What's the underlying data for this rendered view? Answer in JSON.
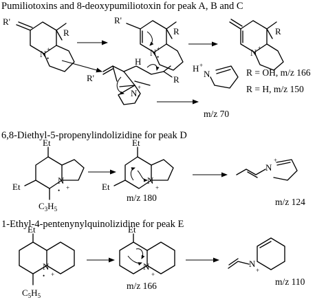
{
  "section_a": {
    "heading": "Pumiliotoxins and 8-deoxypumiliotoxin for peak A, B and C",
    "r_oh": "R = OH, m/z 166",
    "r_h": "R = H, m/z 150",
    "frag_mz": "m/z 70"
  },
  "section_d": {
    "heading": "6,8-Diethyl-5-propenylindolizidine for peak D",
    "mz_mid": "m/z 180",
    "mz_end": "m/z 124"
  },
  "section_e": {
    "heading": "1-Ethyl-4-pentenynylquinolizidine for peak E",
    "mz_mid": "m/z 166",
    "mz_end": "m/z 110"
  },
  "atoms": {
    "n": "N",
    "r": "R",
    "r_prime": "R'",
    "h": "H",
    "et": "Et",
    "c": "C",
    "plus": "+",
    "dot": "•",
    "c3h5_sub1": "3",
    "c3h5_sub2": "H",
    "c3h5_sub3": "5",
    "c5h5_sub1": "5",
    "c5h5_sub2": "H",
    "c5h5_sub3": "5"
  }
}
